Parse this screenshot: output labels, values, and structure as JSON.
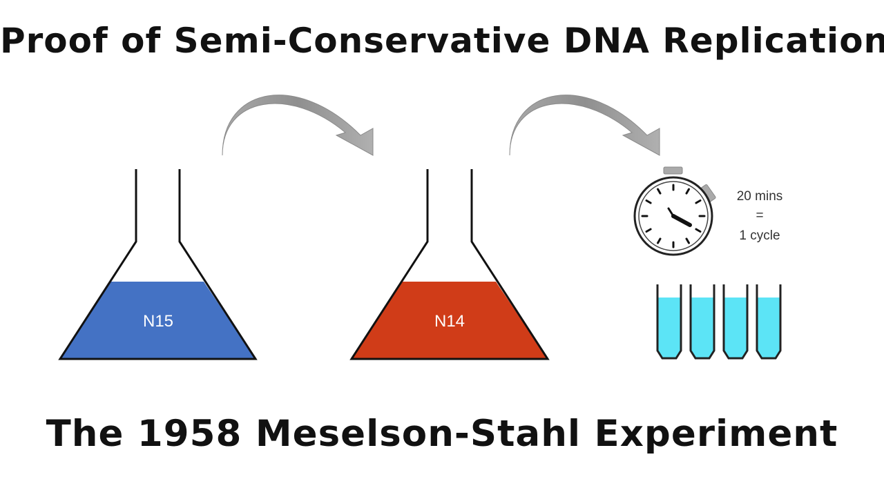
{
  "title_top": "Proof of Semi-Conservative DNA Replication",
  "title_bottom": "The 1958 Meselson-Stahl Experiment",
  "flasks": [
    {
      "label": "N15",
      "liquid_color": "#4472c4"
    },
    {
      "label": "N14",
      "liquid_color": "#d03c18"
    }
  ],
  "timer": {
    "line1": "20 mins",
    "line2": "=",
    "line3": "1 cycle"
  },
  "tube_liquid_color": "#5ce4f6",
  "arrow_color": "#9a9a9a"
}
